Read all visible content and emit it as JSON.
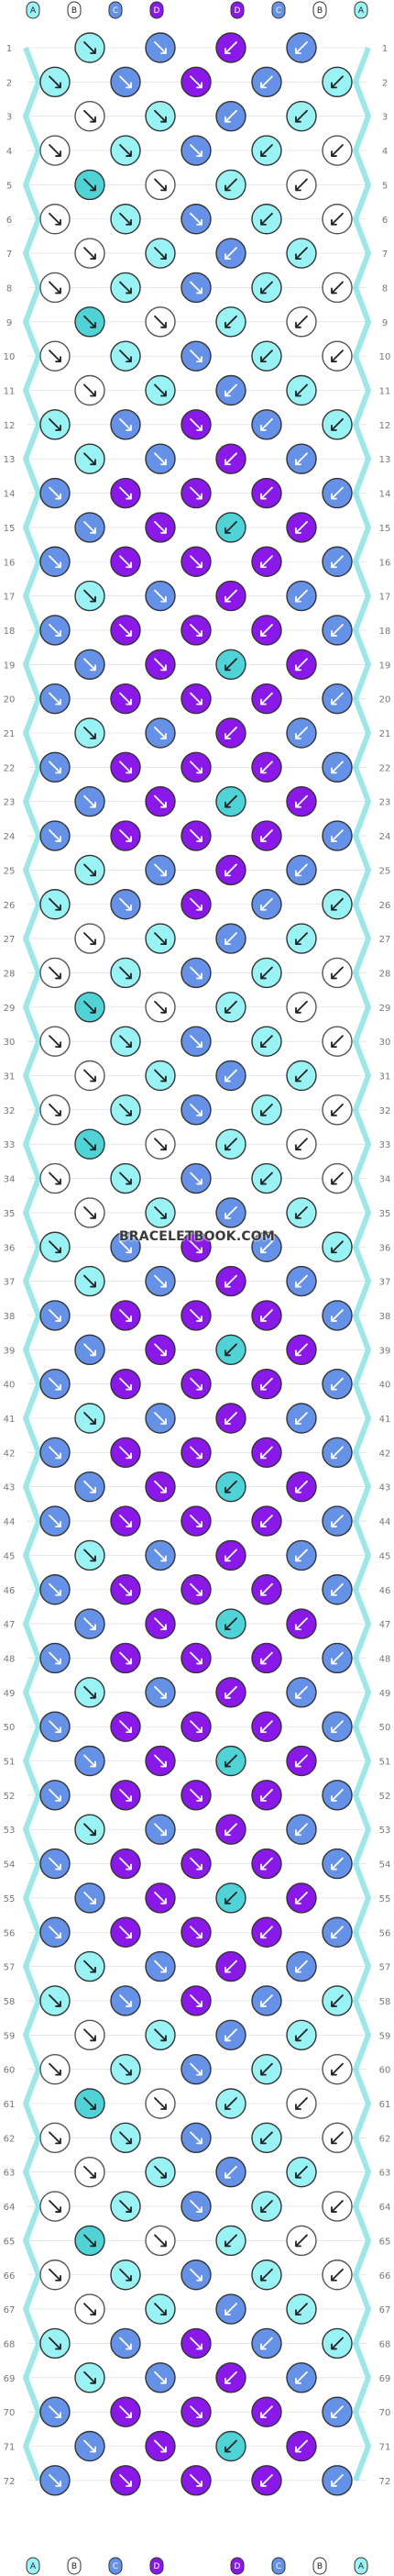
{
  "watermark": "BRACELETBOOK.COM",
  "strands": {
    "labels": [
      "A",
      "B",
      "C",
      "D",
      "D",
      "C",
      "B",
      "A"
    ],
    "colors": [
      "#99f2f4",
      "#ffffff",
      "#6591e6",
      "#8a18e8",
      "#8a18e8",
      "#6591e6",
      "#ffffff",
      "#99f2f4"
    ]
  },
  "palette": {
    "A": "#99f2f4",
    "B": "#ffffff",
    "C": "#6591e6",
    "D": "#8a18e8",
    "T": "#4fd3d6"
  },
  "row_numbers": [
    "1",
    "2",
    "3",
    "4",
    "5",
    "6",
    "7",
    "8",
    "9",
    "10",
    "11",
    "12",
    "13",
    "14",
    "15",
    "16",
    "17",
    "18",
    "19",
    "20",
    "21",
    "22",
    "23",
    "24",
    "25",
    "26",
    "27",
    "28",
    "29",
    "30",
    "31",
    "32",
    "33",
    "34",
    "35",
    "36",
    "37",
    "38",
    "39",
    "40",
    "41",
    "42",
    "43",
    "44",
    "45",
    "46",
    "47",
    "48",
    "49",
    "50",
    "51",
    "52",
    "53",
    "54",
    "55",
    "56",
    "57",
    "58",
    "59",
    "60",
    "61",
    "62",
    "63",
    "64",
    "65",
    "66",
    "67",
    "68",
    "69",
    "70",
    "71",
    "72"
  ],
  "knot_rows": [
    [
      "A",
      "C",
      "D",
      "C"
    ],
    [
      "A",
      "C",
      "D",
      "C",
      "A"
    ],
    [
      "B",
      "A",
      "C",
      "A"
    ],
    [
      "B",
      "A",
      "C",
      "A",
      "B"
    ],
    [
      "T",
      "B",
      "A",
      "B"
    ],
    [
      "B",
      "A",
      "C",
      "A",
      "B"
    ],
    [
      "B",
      "A",
      "C",
      "A"
    ],
    [
      "B",
      "A",
      "C",
      "A",
      "B"
    ],
    [
      "T",
      "B",
      "A",
      "B"
    ],
    [
      "B",
      "A",
      "C",
      "A",
      "B"
    ],
    [
      "B",
      "A",
      "C",
      "A"
    ],
    [
      "A",
      "C",
      "D",
      "C",
      "A"
    ],
    [
      "A",
      "C",
      "D",
      "C"
    ],
    [
      "C",
      "D",
      "D",
      "D",
      "C"
    ],
    [
      "C",
      "D",
      "T",
      "D"
    ],
    [
      "C",
      "D",
      "D",
      "D",
      "C"
    ],
    [
      "A",
      "C",
      "D",
      "C"
    ],
    [
      "C",
      "D",
      "D",
      "D",
      "C"
    ],
    [
      "C",
      "D",
      "T",
      "D"
    ],
    [
      "C",
      "D",
      "D",
      "D",
      "C"
    ],
    [
      "A",
      "C",
      "D",
      "C"
    ],
    [
      "C",
      "D",
      "D",
      "D",
      "C"
    ],
    [
      "C",
      "D",
      "T",
      "D"
    ],
    [
      "C",
      "D",
      "D",
      "D",
      "C"
    ],
    [
      "A",
      "C",
      "D",
      "C"
    ],
    [
      "A",
      "C",
      "D",
      "C",
      "A"
    ],
    [
      "B",
      "A",
      "C",
      "A"
    ],
    [
      "B",
      "A",
      "C",
      "A",
      "B"
    ],
    [
      "T",
      "B",
      "A",
      "B"
    ],
    [
      "B",
      "A",
      "C",
      "A",
      "B"
    ],
    [
      "B",
      "A",
      "C",
      "A"
    ],
    [
      "B",
      "A",
      "C",
      "A",
      "B"
    ],
    [
      "T",
      "B",
      "A",
      "B"
    ],
    [
      "B",
      "A",
      "C",
      "A",
      "B"
    ],
    [
      "B",
      "A",
      "C",
      "A"
    ],
    [
      "A",
      "C",
      "D",
      "C",
      "A"
    ],
    [
      "A",
      "C",
      "D",
      "C"
    ],
    [
      "C",
      "D",
      "D",
      "D",
      "C"
    ],
    [
      "C",
      "D",
      "T",
      "D"
    ],
    [
      "C",
      "D",
      "D",
      "D",
      "C"
    ],
    [
      "A",
      "C",
      "D",
      "C"
    ],
    [
      "C",
      "D",
      "D",
      "D",
      "C"
    ],
    [
      "C",
      "D",
      "T",
      "D"
    ],
    [
      "C",
      "D",
      "D",
      "D",
      "C"
    ],
    [
      "A",
      "C",
      "D",
      "C"
    ],
    [
      "C",
      "D",
      "D",
      "D",
      "C"
    ],
    [
      "C",
      "D",
      "T",
      "D"
    ],
    [
      "C",
      "D",
      "D",
      "D",
      "C"
    ],
    [
      "A",
      "C",
      "D",
      "C"
    ],
    [
      "C",
      "D",
      "D",
      "D",
      "C"
    ],
    [
      "C",
      "D",
      "T",
      "D"
    ],
    [
      "C",
      "D",
      "D",
      "D",
      "C"
    ],
    [
      "A",
      "C",
      "D",
      "C"
    ],
    [
      "C",
      "D",
      "D",
      "D",
      "C"
    ],
    [
      "C",
      "D",
      "T",
      "D"
    ],
    [
      "C",
      "D",
      "D",
      "D",
      "C"
    ],
    [
      "A",
      "C",
      "D",
      "C"
    ],
    [
      "A",
      "C",
      "D",
      "C",
      "A"
    ],
    [
      "B",
      "A",
      "C",
      "A"
    ],
    [
      "B",
      "A",
      "C",
      "A",
      "B"
    ],
    [
      "T",
      "B",
      "A",
      "B"
    ],
    [
      "B",
      "A",
      "C",
      "A",
      "B"
    ],
    [
      "B",
      "A",
      "C",
      "A"
    ],
    [
      "B",
      "A",
      "C",
      "A",
      "B"
    ],
    [
      "T",
      "B",
      "A",
      "B"
    ],
    [
      "B",
      "A",
      "C",
      "A",
      "B"
    ],
    [
      "B",
      "A",
      "C",
      "A"
    ],
    [
      "A",
      "C",
      "D",
      "C",
      "A"
    ],
    [
      "A",
      "C",
      "D",
      "C"
    ],
    [
      "C",
      "D",
      "D",
      "D",
      "C"
    ],
    [
      "C",
      "D",
      "T",
      "D"
    ],
    [
      "C",
      "D",
      "D",
      "D",
      "C"
    ]
  ]
}
